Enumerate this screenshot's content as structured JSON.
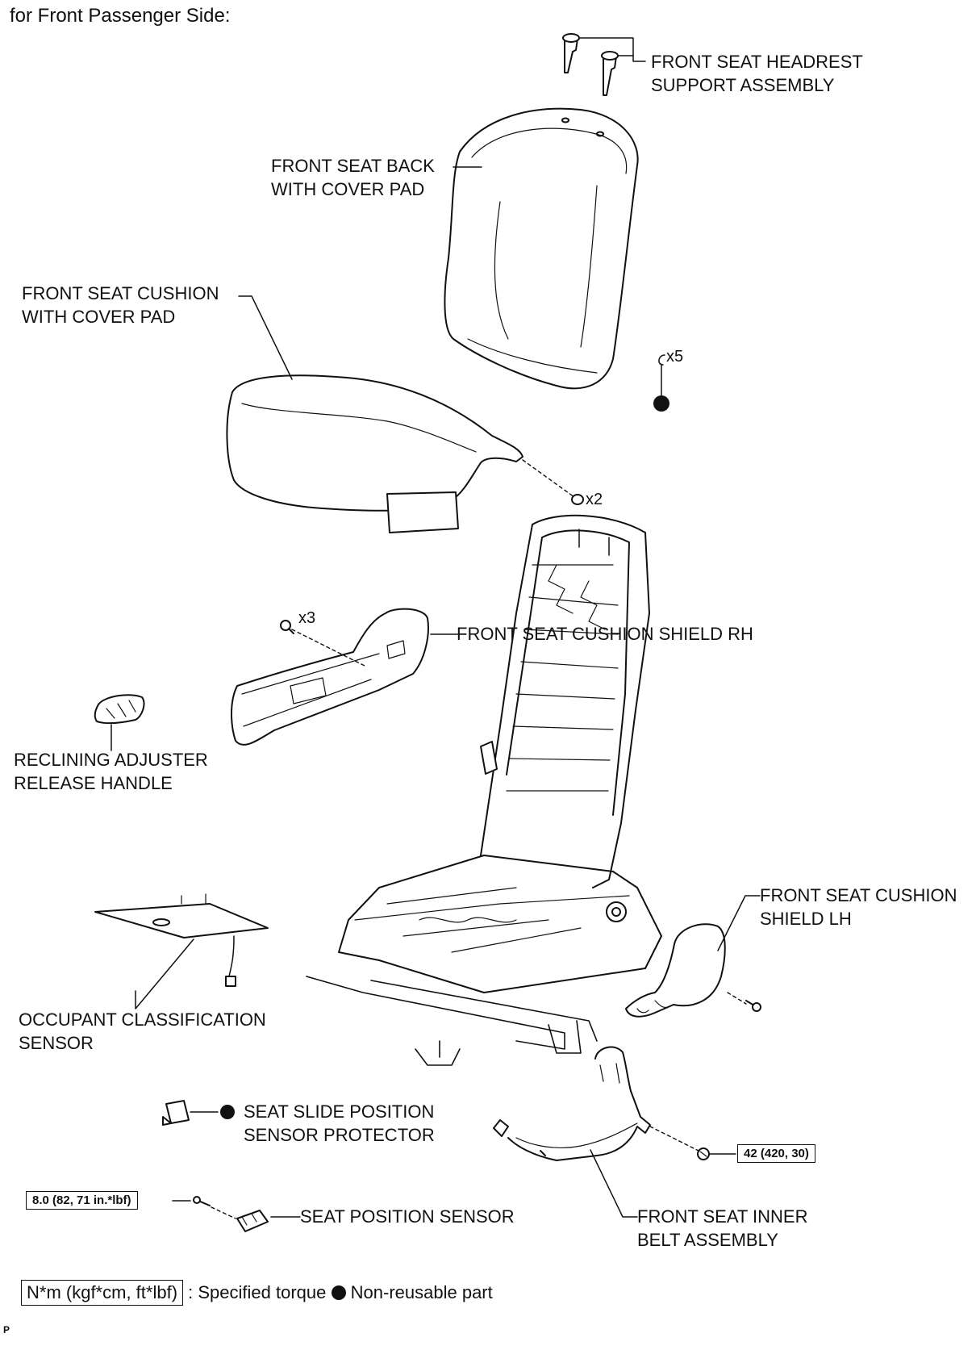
{
  "title": "for Front Passenger Side:",
  "labels": {
    "headrest": [
      "FRONT SEAT HEADREST",
      "SUPPORT ASSEMBLY"
    ],
    "seat_back": [
      "FRONT SEAT BACK",
      "WITH COVER PAD"
    ],
    "seat_cushion": [
      "FRONT SEAT CUSHION",
      "WITH COVER PAD"
    ],
    "shield_rh": "FRONT SEAT CUSHION SHIELD RH",
    "reclining": [
      "RECLINING ADJUSTER",
      "RELEASE HANDLE"
    ],
    "shield_lh": [
      "FRONT SEAT CUSHION",
      "SHIELD LH"
    ],
    "occupant": [
      "OCCUPANT CLASSIFICATION",
      "SENSOR"
    ],
    "slide_protector": [
      "SEAT SLIDE POSITION",
      "SENSOR PROTECTOR"
    ],
    "position_sensor": "SEAT POSITION SENSOR",
    "inner_belt": [
      "FRONT SEAT INNER",
      "BELT ASSEMBLY"
    ]
  },
  "quantities": {
    "clips_back": "x5",
    "clips_cushion": "x2",
    "screws_shield": "x3"
  },
  "torques": {
    "position_sensor": "8.0 (82, 71 in.*lbf)",
    "inner_belt": "42 (420, 30)"
  },
  "legend": {
    "torque_unit": "N*m (kgf*cm, ft*lbf)",
    "torque_text": ": Specified torque",
    "nonreusable_text": "Non-reusable part"
  },
  "corner_mark": "P"
}
